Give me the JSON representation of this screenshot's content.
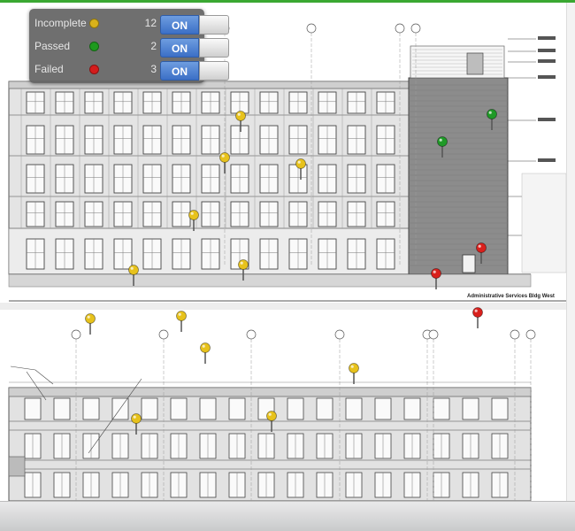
{
  "filters": {
    "incomplete": {
      "label": "Incomplete",
      "count": "12",
      "toggle": "ON",
      "color": "#d9b21a"
    },
    "passed": {
      "label": "Passed",
      "count": "2",
      "toggle": "ON",
      "color": "#1e9a1e"
    },
    "failed": {
      "label": "Failed",
      "count": "3",
      "toggle": "ON",
      "color": "#d41c1c"
    }
  },
  "drawing": {
    "title": "Administrative Services Bldg West"
  },
  "pins": {
    "incomplete_color": "#e7c21c",
    "passed_color": "#1f9a27",
    "failed_color": "#d9201c"
  },
  "colors": {
    "accent": "#3aa832",
    "toggle_blue": "#3b6fc6"
  }
}
